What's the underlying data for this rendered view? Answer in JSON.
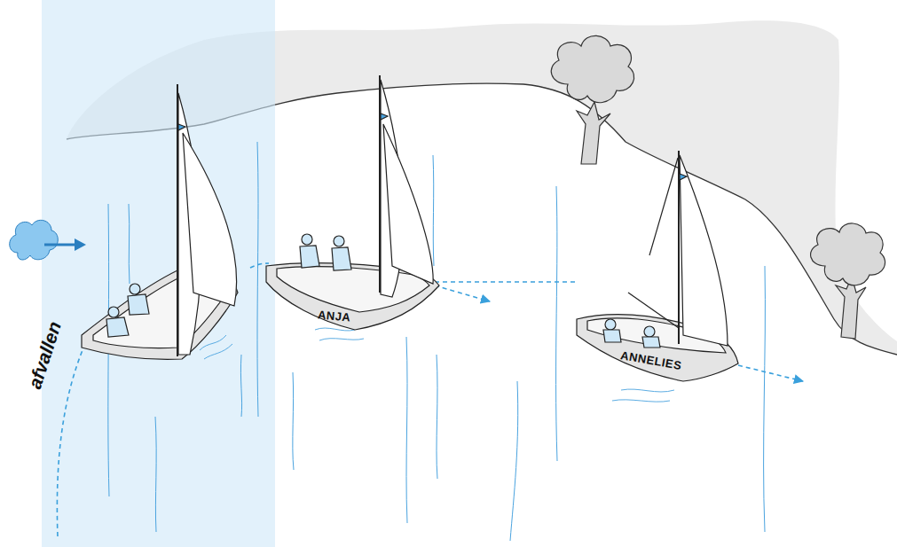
{
  "diagram": {
    "labels": [
      "afvallen",
      "ANJA",
      "ANNELIES"
    ]
  }
}
